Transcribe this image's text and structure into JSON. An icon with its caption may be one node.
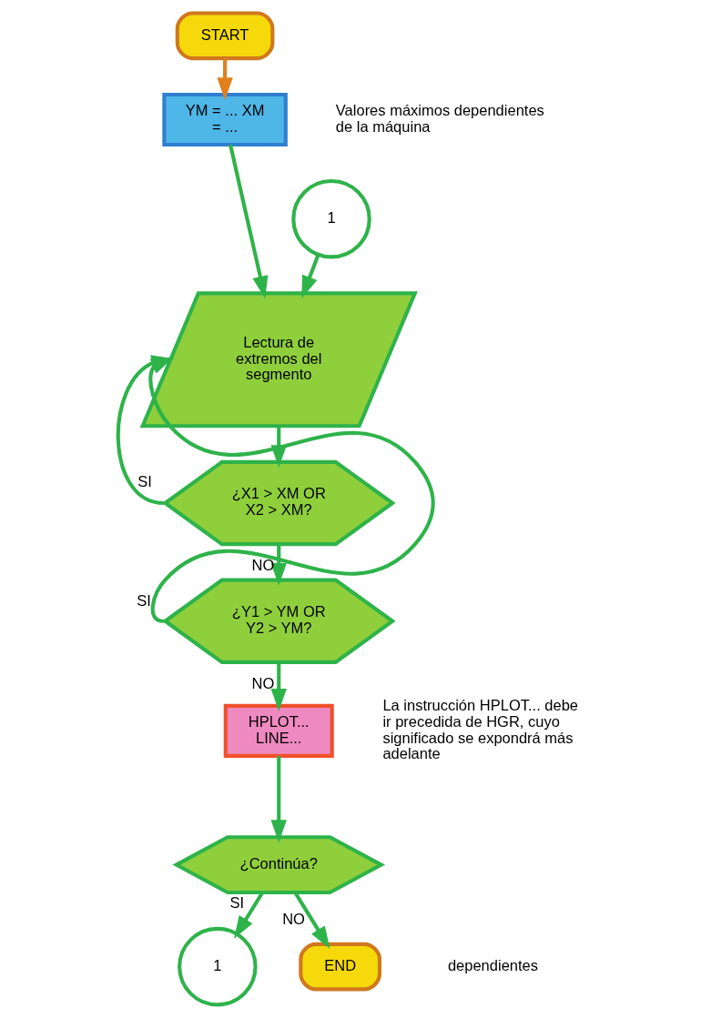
{
  "diagram": {
    "nodes": [
      {
        "text": [
          "START"
        ]
      },
      {
        "text": [
          "YM = ... XM = ..."
        ],
        "beside": [
          "Valores máximos dependientes de la máquina"
        ]
      },
      {
        "text": [
          "1"
        ]
      },
      {
        "text": [
          "Lectura de extremos del segmento"
        ]
      },
      {
        "text": [
          "¿X1 > XM OR X2 > XM?"
        ]
      },
      {
        "text": [
          "¿Y1 > YM OR Y2 > YM?"
        ]
      },
      {
        "text": [
          "HPLOT... LINE..."
        ],
        "beside": [
          "La instrucción HPLOT... debe ir precedida de HGR, cuyo significado se expondrá más adelante"
        ]
      },
      {
        "text": [
          "¿Continúa?"
        ]
      },
      {
        "text": [
          "1"
        ]
      },
      {
        "text": [
          "END"
        ]
      }
    ],
    "edges": [
      {
        "from": 0,
        "to": 1,
        "arrow": "to",
        "color": "#e0801e"
      },
      {
        "from": 1,
        "to": 3,
        "arrow": "to"
      },
      {
        "from": 2,
        "to": 3,
        "arrow": "to"
      },
      {
        "from": 3,
        "to": 4,
        "arrow": "to"
      },
      {
        "from": 4,
        "to": 3,
        "arrow": "to",
        "label": "SI"
      },
      {
        "from": 4,
        "to": 5,
        "arrow": "to",
        "label": "NO"
      },
      {
        "from": 5,
        "to": 3,
        "arrow": "to",
        "label": "SI"
      },
      {
        "from": 5,
        "to": 6,
        "arrow": "to",
        "label": "NO"
      },
      {
        "from": 6,
        "to": 7,
        "arrow": "to"
      },
      {
        "from": 7,
        "to": 8,
        "arrow": "to",
        "label": "SI"
      },
      {
        "from": 7,
        "to": 9,
        "arrow": "to",
        "label": "NO"
      }
    ],
    "labels": [
      "dependientes"
    ]
  }
}
